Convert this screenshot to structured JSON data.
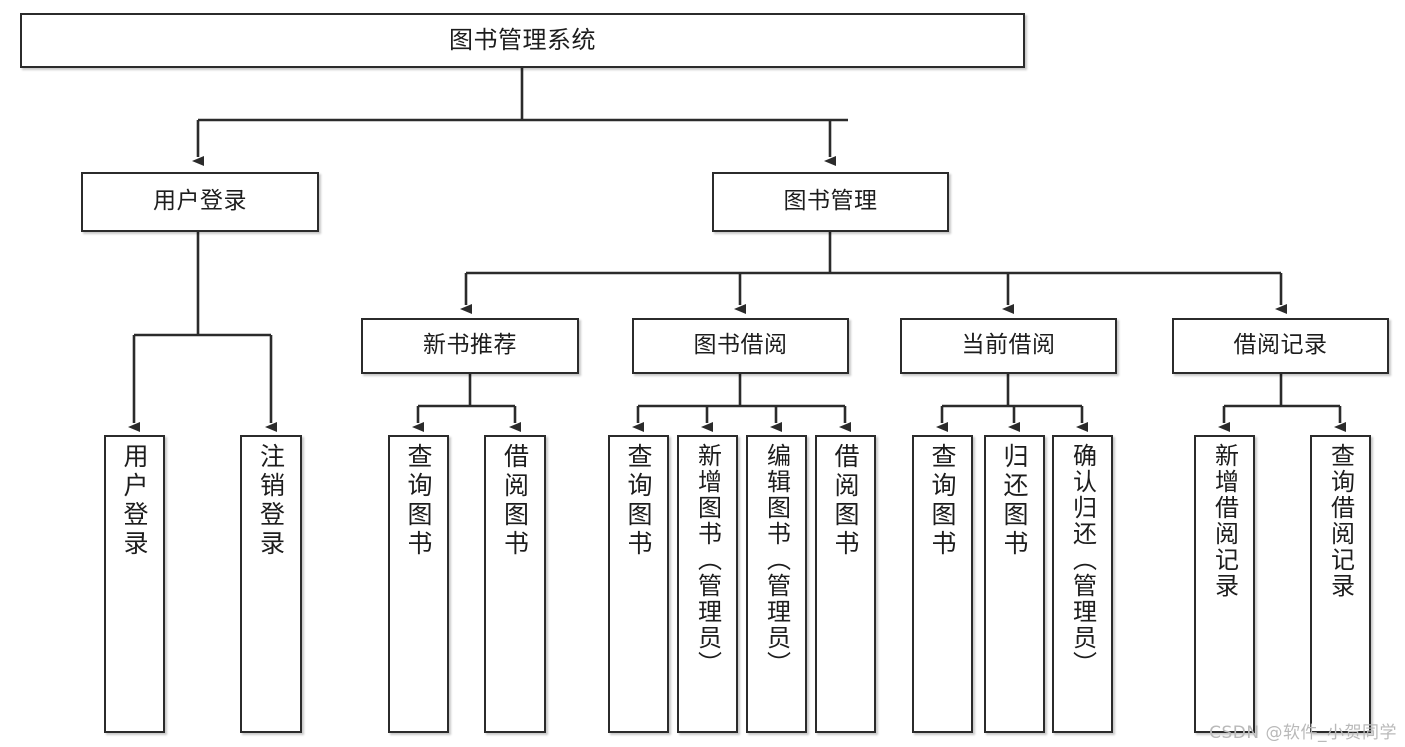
{
  "diagram": {
    "title": "图书管理系统",
    "type": "tree",
    "watermark": "CSDN @软件_小贺同学",
    "colors": {
      "stroke": "#2b2b2b",
      "fill": "#ffffff",
      "text": "#1d1d1d",
      "watermark": "#b9b9b9",
      "background": "#ffffff"
    },
    "nodes": {
      "root": "图书管理系统",
      "level1": [
        "用户登录",
        "图书管理"
      ],
      "level2": [
        "新书推荐",
        "图书借阅",
        "当前借阅",
        "借阅记录"
      ],
      "leaves": {
        "user_login": [
          "用户登录",
          "注销登录"
        ],
        "new_book_recommend": [
          "查询图书",
          "借阅图书"
        ],
        "book_borrow": [
          "查询图书",
          "新增图书（管理员）",
          "编辑图书（管理员）",
          "借阅图书"
        ],
        "current_borrow": [
          "查询图书",
          "归还图书",
          "确认归还（管理员）"
        ],
        "borrow_record": [
          "新增借阅记录",
          "查询借阅记录"
        ]
      }
    }
  }
}
